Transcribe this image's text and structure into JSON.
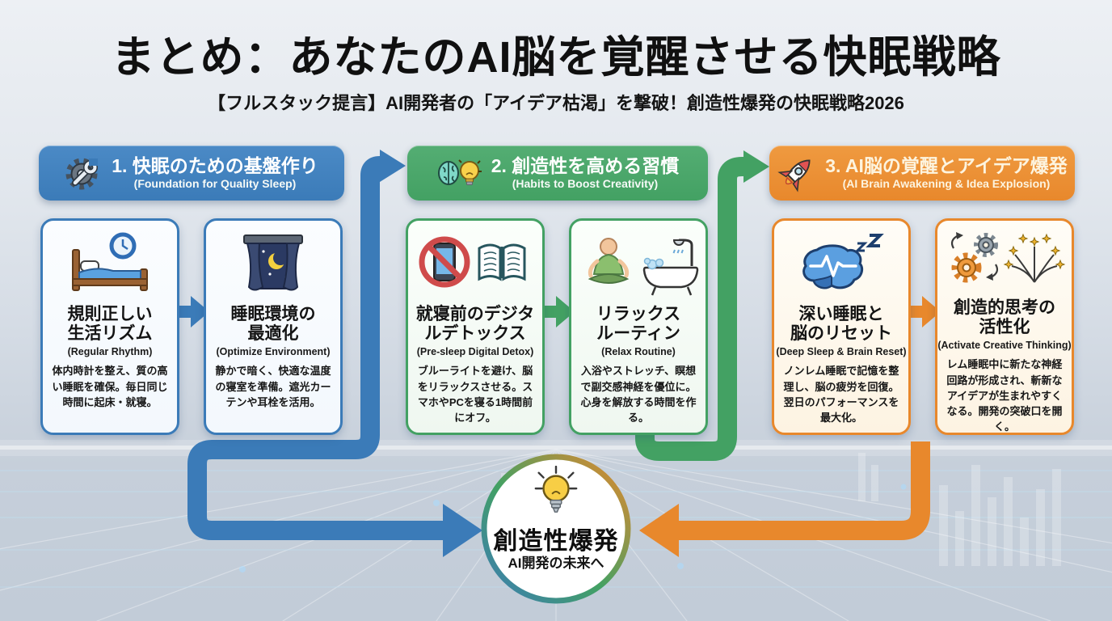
{
  "title": "まとめ：あなたのAI脳を覚醒させる快眠戦略",
  "subtitle": "【フルスタック提言】AI開発者の「アイデア枯渇」を撃破！創造性爆発の快眠戦略2026",
  "colors": {
    "blue": "#3b7bb8",
    "green": "#43a163",
    "orange": "#e8882c",
    "blue-card-bg": "#f3f8fd",
    "green-card-bg": "#eff7f0",
    "orange-card-bg": "#fdf3e2"
  },
  "sections": [
    {
      "title": "1. 快眠のための基盤作り",
      "subtitle_en": "(Foundation for Quality Sleep)",
      "icon": "gear-wrench-icon"
    },
    {
      "title": "2. 創造性を高める習慣",
      "subtitle_en": "(Habits to Boost Creativity)",
      "icon": "brain-bulb-icon"
    },
    {
      "title": "3. AI脳の覚醒とアイデア爆発",
      "subtitle_en": "(AI Brain Awakening & Idea Explosion)",
      "icon": "rocket-icon"
    }
  ],
  "cards": [
    {
      "title_line1": "規則正しい",
      "title_line2": "生活リズム",
      "subtitle_en": "(Regular Rhythm)",
      "body": "体内時計を整え、質の高い睡眠を確保。毎日同じ時間に起床・就寝。",
      "icon": "bed-clock-icon"
    },
    {
      "title_line1": "睡眠環境の",
      "title_line2": "最適化",
      "subtitle_en": "(Optimize Environment)",
      "body": "静かで暗く、快適な温度の寝室を準備。遮光カーテンや耳栓を活用。",
      "icon": "night-window-icon"
    },
    {
      "title_line1": "就寝前のデジタ",
      "title_line2": "ルデトックス",
      "subtitle_en": "(Pre-sleep Digital Detox)",
      "body": "ブルーライトを避け、脳をリラックスさせる。スマホやPCを寝る1時間前にオフ。",
      "icon": "no-phone-book-icon"
    },
    {
      "title_line1": "リラックス",
      "title_line2": "ルーティン",
      "subtitle_en": "(Relax Routine)",
      "body": "入浴やストレッチ、瞑想で副交感神経を優位に。心身を解放する時間を作る。",
      "icon": "meditation-bath-icon"
    },
    {
      "title_line1": "深い睡眠と",
      "title_line2": "脳のリセット",
      "subtitle_en": "(Deep Sleep & Brain Reset)",
      "body": "ノンレム睡眠で記憶を整理し、脳の疲労を回復。翌日のパフォーマンスを最大化。",
      "icon": "sleeping-brain-icon"
    },
    {
      "title_line1": "創造的思考の",
      "title_line2": "活性化",
      "subtitle_en": "(Activate Creative Thinking)",
      "body": "レム睡眠中に新たな神経回路が形成され、斬新なアイデアが生まれやすくなる。開発の突破口を開く。",
      "icon": "gears-fireworks-icon"
    }
  ],
  "goal": {
    "title": "創造性爆発",
    "subtitle": "AI開発の未来へ",
    "icon": "lightbulb-icon"
  }
}
